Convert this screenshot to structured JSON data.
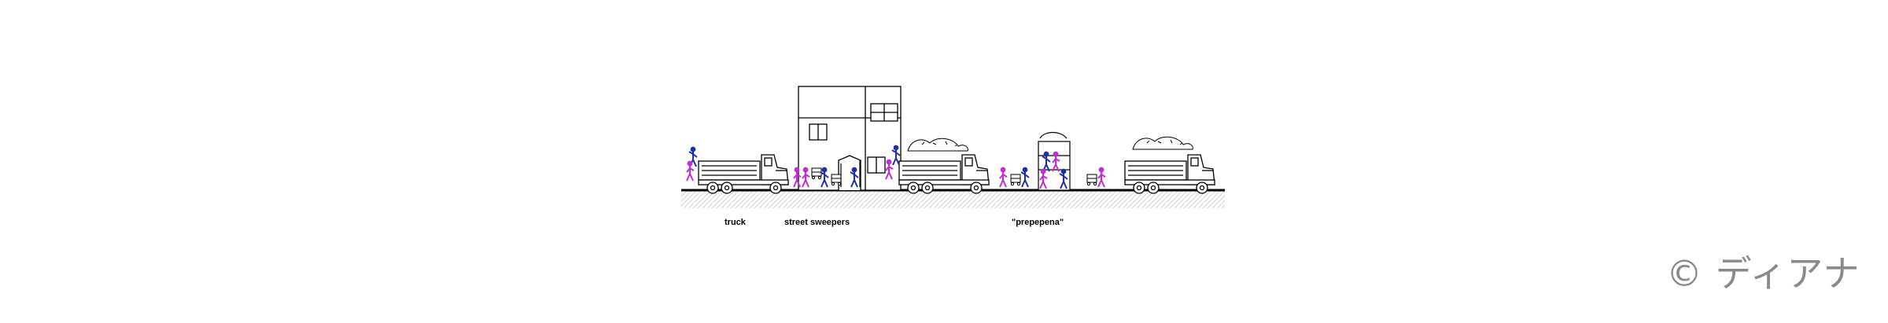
{
  "labels": {
    "truck": "truck",
    "street_sweepers": "street sweepers",
    "prepepena": "\"prepepena\""
  },
  "watermark": "© ディアナ",
  "colors": {
    "ink": "#000000",
    "worker_blue": "#1f2fa8",
    "worker_magenta": "#c42bd6",
    "ground_band": "#e6e6e6"
  },
  "icons": [
    "dump-truck-icon",
    "building-icon",
    "worker-icon",
    "sweeper-cart-icon",
    "garbage-pile-icon",
    "sorting-rack-icon"
  ]
}
